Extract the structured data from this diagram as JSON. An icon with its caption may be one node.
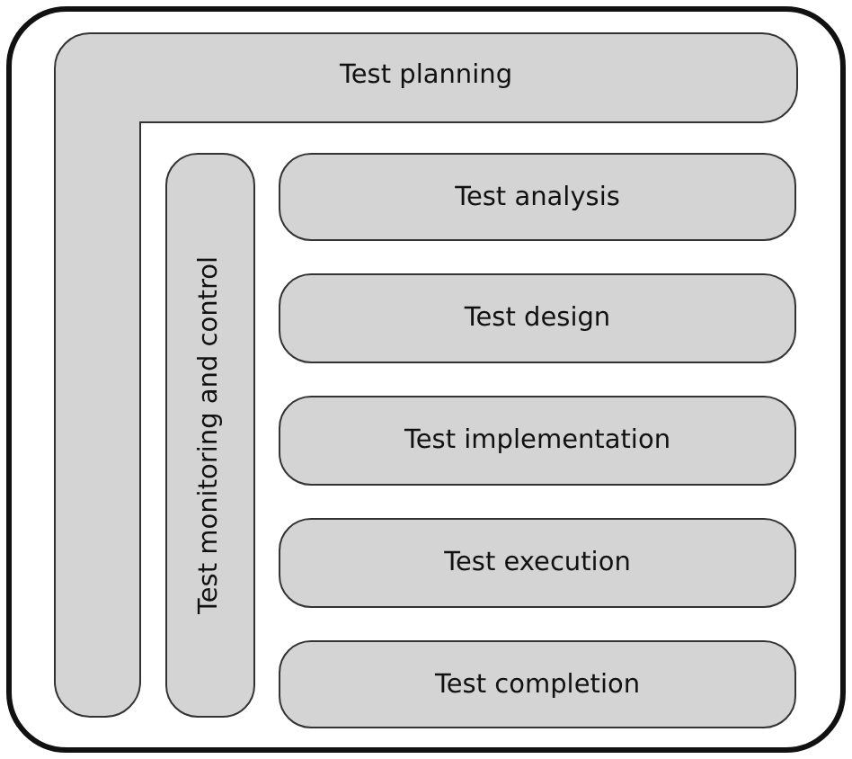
{
  "diagram": {
    "nodes": [
      {
        "text": [
          "Test planning"
        ]
      },
      {
        "text": [
          "Test monitoring and control"
        ]
      },
      {
        "text": [
          "Test analysis"
        ]
      },
      {
        "text": [
          "Test design"
        ]
      },
      {
        "text": [
          "Test implementation"
        ]
      },
      {
        "text": [
          "Test execution"
        ]
      },
      {
        "text": [
          "Test completion"
        ]
      }
    ]
  }
}
